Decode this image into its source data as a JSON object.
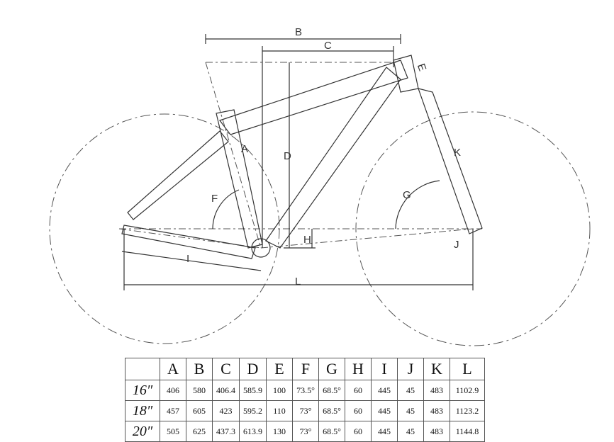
{
  "diagram": {
    "labels": {
      "A": "A",
      "B": "B",
      "C": "C",
      "D": "D",
      "E": "E",
      "F": "F",
      "G": "G",
      "H": "H",
      "I": "I",
      "J": "J",
      "K": "K",
      "L": "L"
    }
  },
  "table": {
    "columns": [
      "",
      "A",
      "B",
      "C",
      "D",
      "E",
      "F",
      "G",
      "H",
      "I",
      "J",
      "K",
      "L"
    ],
    "rows": [
      [
        "16″",
        "406",
        "580",
        "406.4",
        "585.9",
        "100",
        "73.5°",
        "68.5°",
        "60",
        "445",
        "45",
        "483",
        "1102.9"
      ],
      [
        "18″",
        "457",
        "605",
        "423",
        "595.2",
        "110",
        "73°",
        "68.5°",
        "60",
        "445",
        "45",
        "483",
        "1123.2"
      ],
      [
        "20″",
        "505",
        "625",
        "437.3",
        "613.9",
        "130",
        "73°",
        "68.5°",
        "60",
        "445",
        "45",
        "483",
        "1144.8"
      ]
    ]
  },
  "colors": {
    "line": "#333333",
    "dash": "#555555",
    "background": "#ffffff"
  }
}
